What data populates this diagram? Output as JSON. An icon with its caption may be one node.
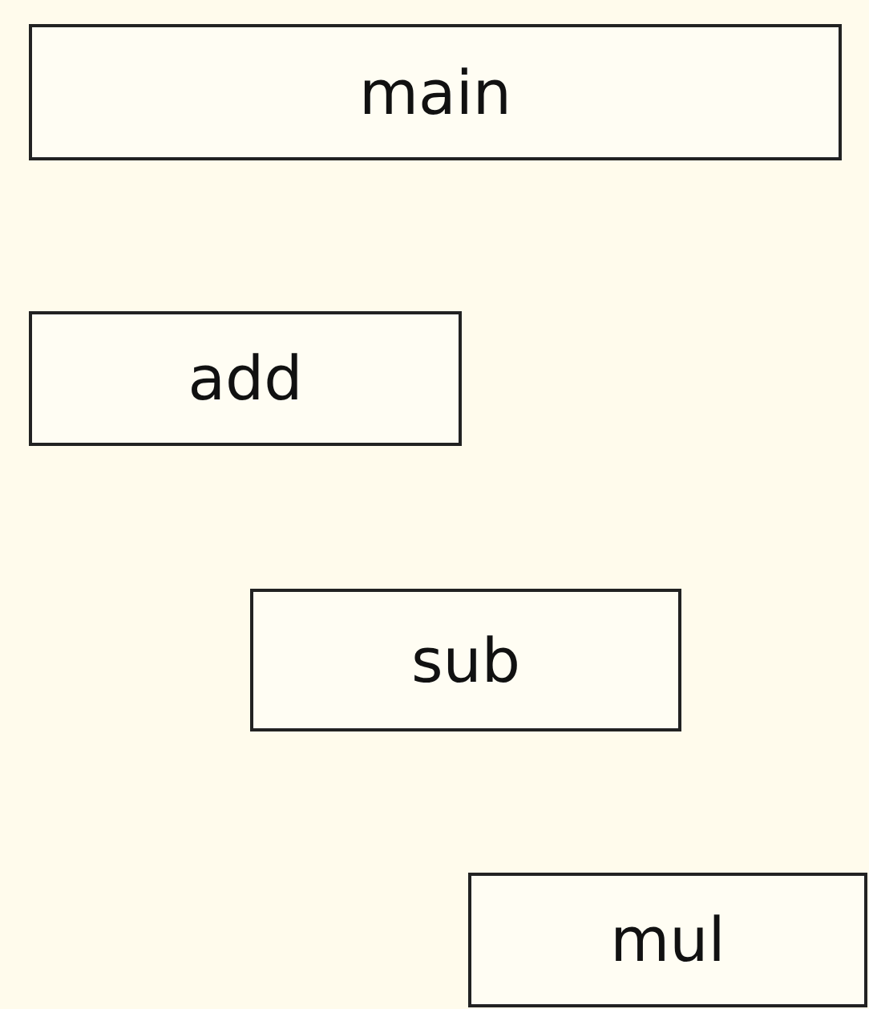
{
  "diagram": {
    "nodes": [
      {
        "text": [
          "main"
        ]
      },
      {
        "text": [
          "add"
        ]
      },
      {
        "text": [
          "sub"
        ]
      },
      {
        "text": [
          "mul"
        ]
      }
    ]
  }
}
